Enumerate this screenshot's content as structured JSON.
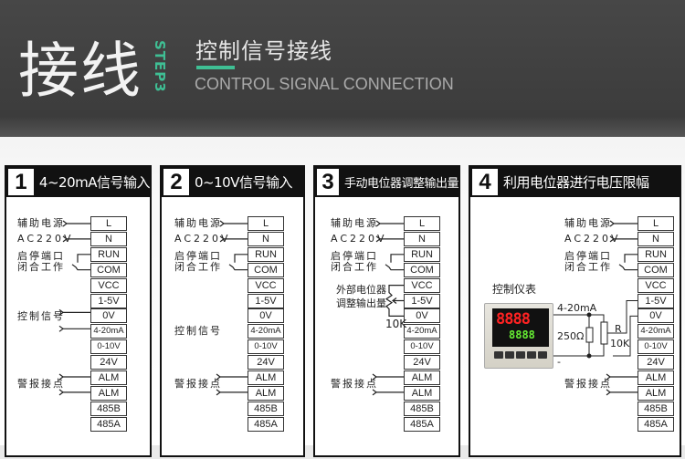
{
  "header": {
    "big_title": "接线",
    "step": "STEP3",
    "title": "控制信号接线",
    "subtitle": "CONTROL SIGNAL CONNECTION"
  },
  "terminals": [
    "L",
    "N",
    "RUN",
    "COM",
    "VCC",
    "1-5V",
    "0V",
    "4-20mA",
    "0-10V",
    "24V",
    "ALM",
    "ALM",
    "485B",
    "485A"
  ],
  "labels": {
    "power": "辅助电源",
    "ac": "AC220V",
    "run1": "启停端口",
    "run2": "闭合工作",
    "ctrl": "控制信号",
    "alarm": "警报接点",
    "pot1": "外部电位器",
    "pot2": "调整输出量",
    "k10": "10K",
    "meter": "控制仪表",
    "ma": "4-20mA",
    "ohm": "250Ω",
    "r": "R",
    "rk": "10K",
    "minus": "-",
    "led_red": "8888",
    "led_green": "8888"
  },
  "panels": [
    {
      "num": "1",
      "title": "4~20mA信号输入"
    },
    {
      "num": "2",
      "title": "0~10V信号输入"
    },
    {
      "num": "3",
      "title": "手动电位器调整输出量"
    },
    {
      "num": "4",
      "title": "利用电位器进行电压限幅"
    }
  ],
  "colors": {
    "accent": "#3fbf94",
    "header_bg": "#404040"
  }
}
